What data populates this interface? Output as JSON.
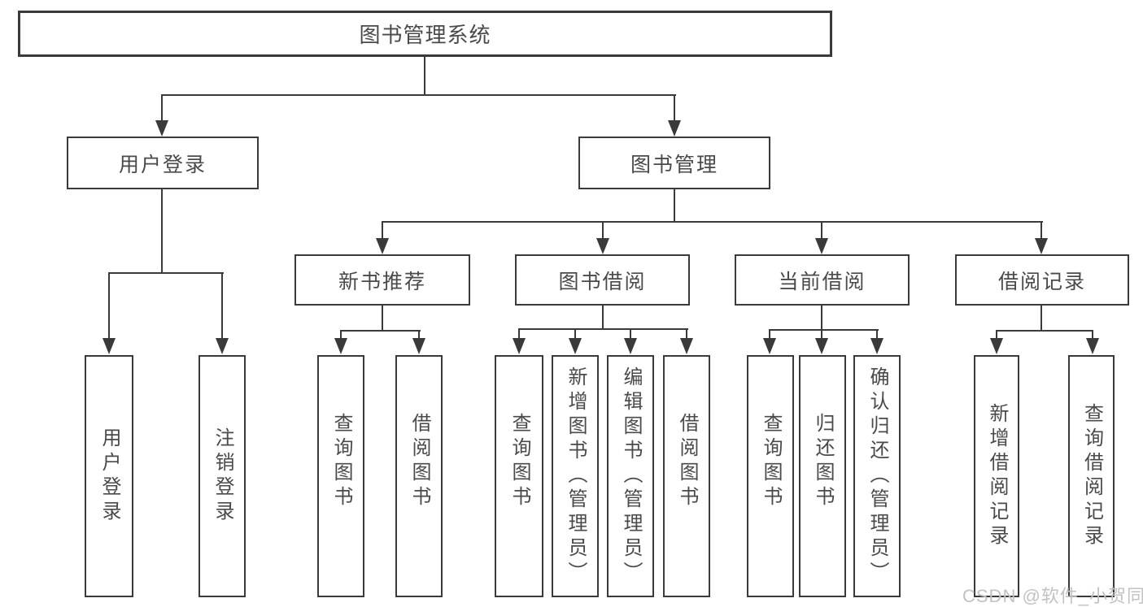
{
  "tree": {
    "root": {
      "label": "图书管理系统"
    },
    "level2": [
      {
        "label": "用户登录"
      },
      {
        "label": "图书管理"
      }
    ],
    "level3": [
      {
        "label": "新书推荐"
      },
      {
        "label": "图书借阅"
      },
      {
        "label": "当前借阅"
      },
      {
        "label": "借阅记录"
      }
    ],
    "leaves": {
      "user_login": [
        {
          "label": "用户登录"
        },
        {
          "label": "注销登录"
        }
      ],
      "new_book_recommend": [
        {
          "label": "查询图书"
        },
        {
          "label": "借阅图书"
        }
      ],
      "book_borrowing": [
        {
          "label": "查询图书"
        },
        {
          "label": "新增图书（管理员）"
        },
        {
          "label": "编辑图书（管理员）"
        },
        {
          "label": "借阅图书"
        }
      ],
      "current_borrowing": [
        {
          "label": "查询图书"
        },
        {
          "label": "归还图书"
        },
        {
          "label": "确认归还（管理员）"
        }
      ],
      "borrow_records": [
        {
          "label": "新增借阅记录"
        },
        {
          "label": "查询借阅记录"
        }
      ]
    }
  },
  "watermark": {
    "text": "CSDN @软件_小贺同学"
  },
  "colors": {
    "line": "#3a3a3a",
    "box_border": "#3a3a3a",
    "text": "#4a4a4a",
    "background": "#ffffff",
    "watermark": "#c2c2c2"
  }
}
